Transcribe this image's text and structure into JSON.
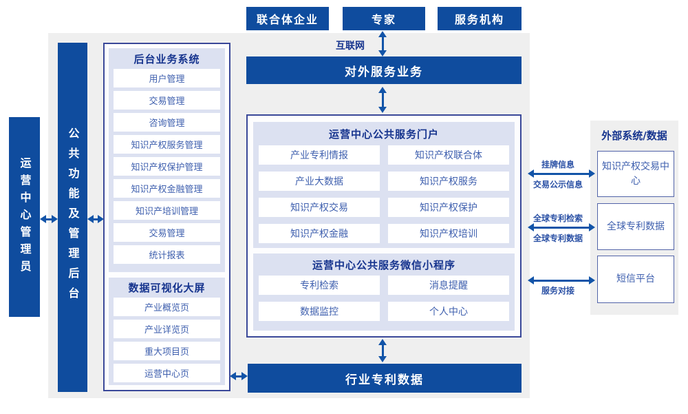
{
  "colors": {
    "dark_blue": "#0F4C9E",
    "arrow": "#1254A8",
    "panel": "#DCE1F1",
    "title_text": "#16348E",
    "item_text": "#3E5FAE",
    "box_border": "#3A4899",
    "ext_border": "#5163A8",
    "label_text": "#2B51A5",
    "gray_bg": "#EFEFEF"
  },
  "top_actors": {
    "consortium": "联合体企业",
    "experts": "专家",
    "agencies": "服务机构"
  },
  "labels": {
    "internet": "互联网",
    "external_service": "对外服务业务",
    "industry_patent_data": "行业专利数据",
    "admin": "运营中心管理员",
    "backend": "公共功能及管理后台"
  },
  "backend_system": {
    "title": "后台业务系统",
    "items": [
      "用户管理",
      "交易管理",
      "咨询管理",
      "知识产权服务管理",
      "知识产权保护管理",
      "知识产权金融管理",
      "知识产培训管理",
      "交易管理",
      "统计报表"
    ]
  },
  "dashboard": {
    "title": "数据可视化大屏",
    "items": [
      "产业概览页",
      "产业详览页",
      "重大项目页",
      "运营中心页"
    ]
  },
  "portal": {
    "title": "运营中心公共服务门户",
    "items": [
      "产业专利情报",
      "知识产权联合体",
      "产业大数据",
      "知识产权服务",
      "知识产权交易",
      "知识产权保护",
      "知识产权金融",
      "知识产权培训"
    ]
  },
  "miniprogram": {
    "title": "运营中心公共服务微信小程序",
    "items": [
      "专利检索",
      "消息提醒",
      "数据监控",
      "个人中心"
    ]
  },
  "external_systems": {
    "title": "外部系统/数据",
    "boxes": [
      "知识产权交易中心",
      "全球专利数据",
      "短信平台"
    ]
  },
  "link_labels": {
    "listing_info": "挂牌信息",
    "transaction_publicity": "交易公示信息",
    "global_patent_search": "全球专利检索",
    "global_patent_data": "全球专利数据",
    "service_connection": "服务对接"
  }
}
